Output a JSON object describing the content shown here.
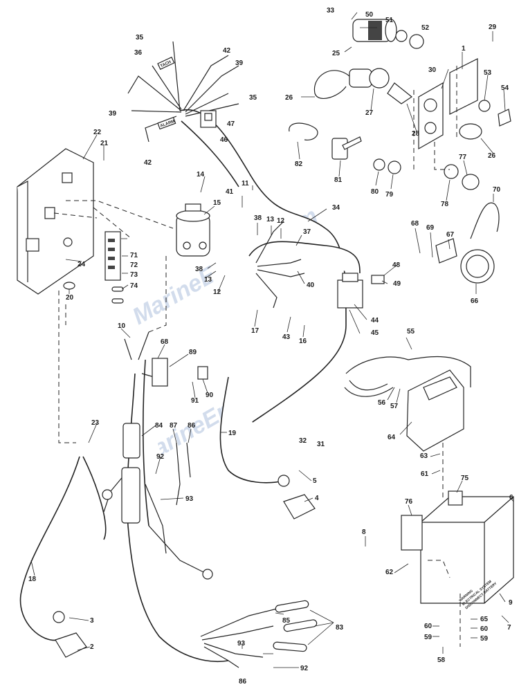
{
  "watermark": "MarineEngine.com",
  "wire_tags": {
    "tach": "TACH",
    "alarm": "ALARM"
  },
  "decal_text": [
    "WARNING",
    "ELECTRICAL SYSTEM",
    "DISCONNECT BATTERY"
  ],
  "callouts": [
    {
      "id": "c1",
      "text": "1"
    },
    {
      "id": "c2",
      "text": "2"
    },
    {
      "id": "c3",
      "text": "3"
    },
    {
      "id": "c4",
      "text": "4"
    },
    {
      "id": "c5",
      "text": "5"
    },
    {
      "id": "c6",
      "text": "6"
    },
    {
      "id": "c7",
      "text": "7"
    },
    {
      "id": "c8",
      "text": "8"
    },
    {
      "id": "c9",
      "text": "9"
    },
    {
      "id": "c10",
      "text": "10"
    },
    {
      "id": "c11",
      "text": "11"
    },
    {
      "id": "c12a",
      "text": "12"
    },
    {
      "id": "c12b",
      "text": "12"
    },
    {
      "id": "c13a",
      "text": "13"
    },
    {
      "id": "c13b",
      "text": "13"
    },
    {
      "id": "c14",
      "text": "14"
    },
    {
      "id": "c15",
      "text": "15"
    },
    {
      "id": "c16",
      "text": "16"
    },
    {
      "id": "c17",
      "text": "17"
    },
    {
      "id": "c18",
      "text": "18"
    },
    {
      "id": "c19",
      "text": "19"
    },
    {
      "id": "c20",
      "text": "20"
    },
    {
      "id": "c21",
      "text": "21"
    },
    {
      "id": "c22",
      "text": "22"
    },
    {
      "id": "c23",
      "text": "23"
    },
    {
      "id": "c24",
      "text": "24"
    },
    {
      "id": "c25",
      "text": "25"
    },
    {
      "id": "c26a",
      "text": "26"
    },
    {
      "id": "c26b",
      "text": "26"
    },
    {
      "id": "c27",
      "text": "27"
    },
    {
      "id": "c28",
      "text": "28"
    },
    {
      "id": "c29",
      "text": "29"
    },
    {
      "id": "c30",
      "text": "30"
    },
    {
      "id": "c31",
      "text": "31"
    },
    {
      "id": "c32",
      "text": "32"
    },
    {
      "id": "c33",
      "text": "33"
    },
    {
      "id": "c34",
      "text": "34"
    },
    {
      "id": "c35a",
      "text": "35"
    },
    {
      "id": "c35b",
      "text": "35"
    },
    {
      "id": "c36",
      "text": "36"
    },
    {
      "id": "c37",
      "text": "37"
    },
    {
      "id": "c38a",
      "text": "38"
    },
    {
      "id": "c38b",
      "text": "38"
    },
    {
      "id": "c39a",
      "text": "39"
    },
    {
      "id": "c39b",
      "text": "39"
    },
    {
      "id": "c40",
      "text": "40"
    },
    {
      "id": "c41",
      "text": "41"
    },
    {
      "id": "c42a",
      "text": "42"
    },
    {
      "id": "c42b",
      "text": "42"
    },
    {
      "id": "c43",
      "text": "43"
    },
    {
      "id": "c44",
      "text": "44"
    },
    {
      "id": "c45",
      "text": "45"
    },
    {
      "id": "c46",
      "text": "46"
    },
    {
      "id": "c47",
      "text": "47"
    },
    {
      "id": "c48",
      "text": "48"
    },
    {
      "id": "c49",
      "text": "49"
    },
    {
      "id": "c50",
      "text": "50"
    },
    {
      "id": "c51",
      "text": "51"
    },
    {
      "id": "c52",
      "text": "52"
    },
    {
      "id": "c53",
      "text": "53"
    },
    {
      "id": "c54",
      "text": "54"
    },
    {
      "id": "c55",
      "text": "55"
    },
    {
      "id": "c56",
      "text": "56"
    },
    {
      "id": "c57",
      "text": "57"
    },
    {
      "id": "c58",
      "text": "58"
    },
    {
      "id": "c59a",
      "text": "59"
    },
    {
      "id": "c59b",
      "text": "59"
    },
    {
      "id": "c60a",
      "text": "60"
    },
    {
      "id": "c60b",
      "text": "60"
    },
    {
      "id": "c61",
      "text": "61"
    },
    {
      "id": "c62",
      "text": "62"
    },
    {
      "id": "c63",
      "text": "63"
    },
    {
      "id": "c64",
      "text": "64"
    },
    {
      "id": "c65",
      "text": "65"
    },
    {
      "id": "c66",
      "text": "66"
    },
    {
      "id": "c67",
      "text": "67"
    },
    {
      "id": "c68a",
      "text": "68"
    },
    {
      "id": "c68b",
      "text": "68"
    },
    {
      "id": "c69",
      "text": "69"
    },
    {
      "id": "c70",
      "text": "70"
    },
    {
      "id": "c71",
      "text": "71"
    },
    {
      "id": "c72",
      "text": "72"
    },
    {
      "id": "c73",
      "text": "73"
    },
    {
      "id": "c74",
      "text": "74"
    },
    {
      "id": "c75",
      "text": "75"
    },
    {
      "id": "c76",
      "text": "76"
    },
    {
      "id": "c77",
      "text": "77"
    },
    {
      "id": "c78",
      "text": "78"
    },
    {
      "id": "c79",
      "text": "79"
    },
    {
      "id": "c80",
      "text": "80"
    },
    {
      "id": "c81",
      "text": "81"
    },
    {
      "id": "c82",
      "text": "82"
    },
    {
      "id": "c83",
      "text": "83"
    },
    {
      "id": "c84",
      "text": "84"
    },
    {
      "id": "c85",
      "text": "85"
    },
    {
      "id": "c86a",
      "text": "86"
    },
    {
      "id": "c86b",
      "text": "86"
    },
    {
      "id": "c87",
      "text": "87"
    },
    {
      "id": "c89",
      "text": "89"
    },
    {
      "id": "c90",
      "text": "90"
    },
    {
      "id": "c91",
      "text": "91"
    },
    {
      "id": "c92a",
      "text": "92"
    },
    {
      "id": "c92b",
      "text": "92"
    },
    {
      "id": "c93a",
      "text": "93"
    },
    {
      "id": "c93b",
      "text": "93"
    }
  ]
}
